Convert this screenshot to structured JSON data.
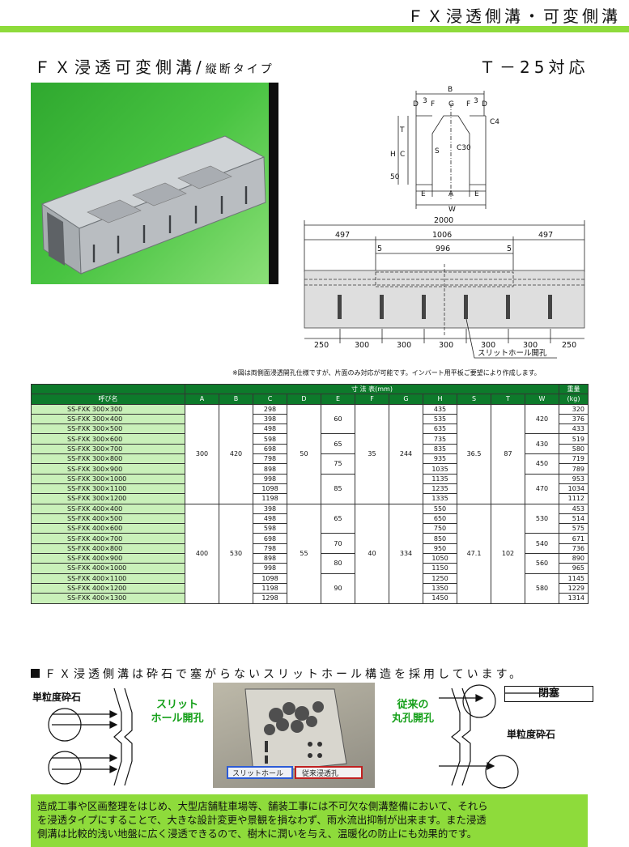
{
  "header": {
    "title": "ＦＸ浸透側溝・可変側溝"
  },
  "subtitle": {
    "main": "ＦＸ浸透可変側溝",
    "slash": "/",
    "type": "縦断タイプ"
  },
  "rating": "Ｔ－25対応",
  "section_labels": {
    "B": "B",
    "D": "D",
    "three": "3",
    "F": "F",
    "G": "G",
    "C4": "C4",
    "C30": "C30",
    "T": "T",
    "H": "H",
    "C": "C",
    "S": "S",
    "fifty": "50",
    "E": "E",
    "A": "A",
    "W": "W"
  },
  "plan_dims": {
    "total": "2000",
    "top": [
      "497",
      "1006",
      "497"
    ],
    "inner": [
      "5",
      "996",
      "5"
    ],
    "bottom": [
      "250",
      "300",
      "300",
      "300",
      "300",
      "300",
      "250"
    ],
    "slit_label": "スリットホール開孔"
  },
  "note": "※図は両側面浸透開孔仕様ですが、片面のみ対応が可能です。インバート用平板ご要望により作成します。",
  "table": {
    "dims_header": "寸 法 表(mm)",
    "weight_header": "重量",
    "kg": "(kg)",
    "name_header": "呼び名",
    "col_heads": [
      "A",
      "B",
      "C",
      "D",
      "E",
      "F",
      "G",
      "H",
      "S",
      "T",
      "W"
    ],
    "group1": {
      "names": [
        "SS-FXK 300×300",
        "SS-FXK 300×400",
        "SS-FXK 300×500",
        "SS-FXK 300×600",
        "SS-FXK 300×700",
        "SS-FXK 300×800",
        "SS-FXK 300×900",
        "SS-FXK 300×1000",
        "SS-FXK 300×1100",
        "SS-FXK 300×1200"
      ],
      "A": "300",
      "B": "420",
      "C": [
        "298",
        "398",
        "498",
        "598",
        "698",
        "798",
        "898",
        "998",
        "1098",
        "1198"
      ],
      "D": "50",
      "E": [
        "60",
        "65",
        "75",
        "85"
      ],
      "F": "35",
      "G": "244",
      "H": [
        "435",
        "535",
        "635",
        "735",
        "835",
        "935",
        "1035",
        "1135",
        "1235",
        "1335"
      ],
      "S": "36.5",
      "T": "87",
      "W": [
        "420",
        "430",
        "450",
        "470"
      ],
      "weight": [
        "320",
        "376",
        "433",
        "519",
        "580",
        "719",
        "789",
        "953",
        "1034",
        "1112"
      ]
    },
    "group2": {
      "names": [
        "SS-FXK 400×400",
        "SS-FXK 400×500",
        "SS-FXK 400×600",
        "SS-FXK 400×700",
        "SS-FXK 400×800",
        "SS-FXK 400×900",
        "SS-FXK 400×1000",
        "SS-FXK 400×1100",
        "SS-FXK 400×1200",
        "SS-FXK 400×1300"
      ],
      "A": "400",
      "B": "530",
      "C": [
        "398",
        "498",
        "598",
        "698",
        "798",
        "898",
        "998",
        "1098",
        "1198",
        "1298"
      ],
      "D": "55",
      "E": [
        "65",
        "70",
        "80",
        "90"
      ],
      "F": "40",
      "G": "334",
      "H": [
        "550",
        "650",
        "750",
        "850",
        "950",
        "1050",
        "1150",
        "1250",
        "1350",
        "1450"
      ],
      "S": "47.1",
      "T": "102",
      "W": [
        "530",
        "540",
        "560",
        "580"
      ],
      "weight": [
        "453",
        "514",
        "575",
        "671",
        "736",
        "890",
        "965",
        "1145",
        "1229",
        "1314"
      ]
    }
  },
  "adopt_text": "ＦＸ浸透側溝は砕石で塞がらないスリットホール構造を採用しています。",
  "compare": {
    "left_gravel": "単粒度砕石",
    "slit": [
      "スリット",
      "ホール開孔"
    ],
    "conventional": [
      "従来の",
      "丸孔開孔"
    ],
    "blocked": "閉塞",
    "right_gravel": "単粒度砕石",
    "photo_tag_left": "スリットホール",
    "photo_tag_right": "従来浸透孔"
  },
  "footer": {
    "lines": [
      "造成工事や区画整理をはじめ、大型店舗駐車場等、舗装工事には不可欠な側溝整備において、それら",
      "を浸透タイプにすることで、大きな設計変更や景観を損なわず、雨水流出抑制が出来ます。また浸透",
      "側溝は比較的浅い地盤に広く浸透できるので、樹木に潤いを与え、温暖化の防止にも効果的です。"
    ]
  }
}
